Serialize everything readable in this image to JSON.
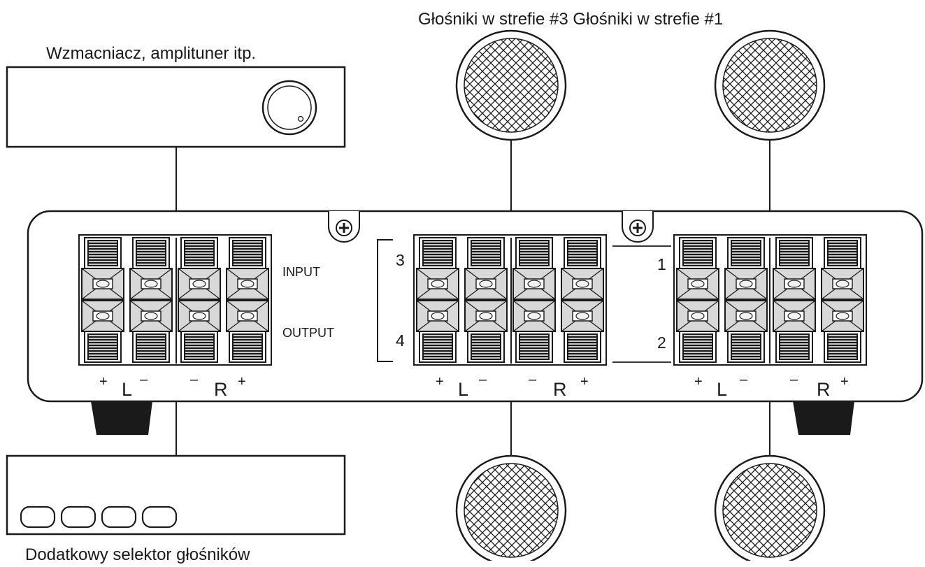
{
  "labels": {
    "amplifier": "Wzmacniacz, amplituner itp.",
    "speakers_top": "Głośniki w strefie #3 Głośniki w strefie #1",
    "selector": "Dodatkowy selektor głośników",
    "input": "INPUT",
    "output": "OUTPUT"
  },
  "zones": {
    "z3": "3",
    "z4": "4",
    "z1": "1",
    "z2": "2"
  },
  "polarity": {
    "plus": "+",
    "minus": "–",
    "left": "L",
    "right": "R"
  },
  "colors": {
    "line": "#1a1a1a",
    "terminal_fill": "#d8d8d8",
    "screw_fill": "#f2f2f2",
    "background": "#ffffff"
  }
}
